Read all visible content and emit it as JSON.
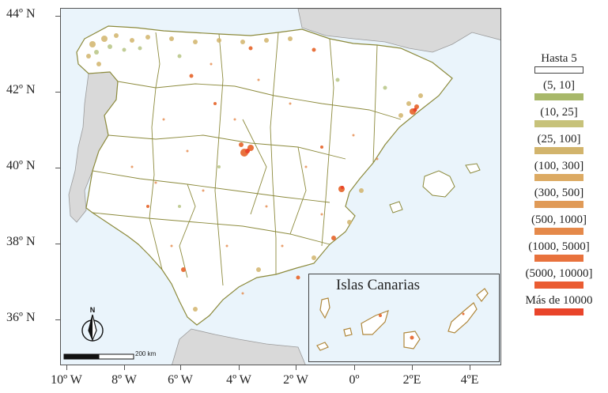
{
  "map": {
    "y_axis_labels": [
      "44º N",
      "42º N",
      "40º N",
      "38º N",
      "36º N"
    ],
    "x_axis_labels": [
      "10º W",
      "8º W",
      "6º W",
      "4º W",
      "2º W",
      "0º",
      "2ºE",
      "4ºE"
    ],
    "inset_title": "Islas Canarias",
    "scale_label": "200 km",
    "north_label": "N",
    "colors": {
      "sea": "#eaf4fb",
      "land_neighbor": "#d9d9d9",
      "land_spain": "#ffffff",
      "border": "#8c8a3c"
    }
  },
  "legend": {
    "items": [
      {
        "label": "Hasta 5",
        "color": "#ffffff"
      },
      {
        "label": "(5, 10]",
        "color": "#a8b86a"
      },
      {
        "label": "(10, 25]",
        "color": "#c7c27a"
      },
      {
        "label": "(25, 100]",
        "color": "#d2b46c"
      },
      {
        "label": "(100, 300]",
        "color": "#dcaa63"
      },
      {
        "label": "(300, 500]",
        "color": "#e09a57"
      },
      {
        "label": "(500, 1000]",
        "color": "#e5894a"
      },
      {
        "label": "(1000, 5000]",
        "color": "#e8723d"
      },
      {
        "label": "(5000, 10000]",
        "color": "#ea5c32"
      },
      {
        "label": "Más de 10000",
        "color": "#e9442a"
      }
    ]
  }
}
